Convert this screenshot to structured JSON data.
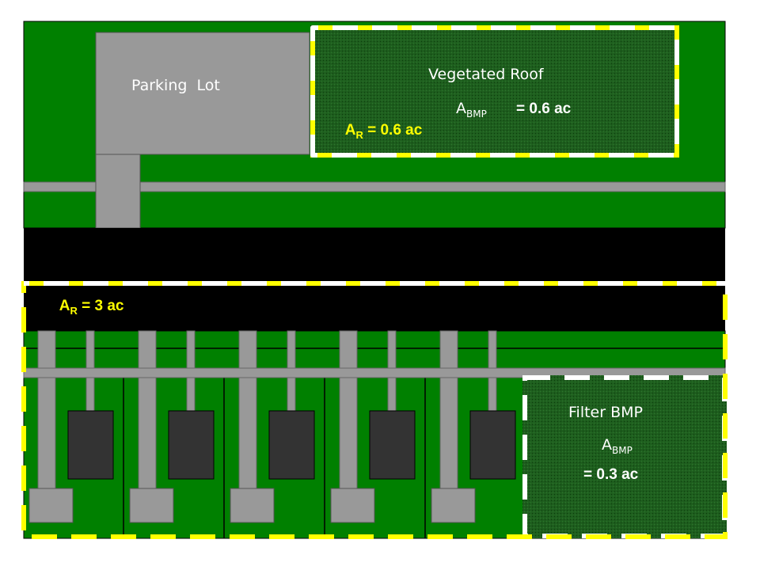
{
  "colors": {
    "grass": "#008000",
    "dark_grass": "#0b5d0b",
    "pavement": "#999999",
    "pavement_dark": "#808080",
    "road": "#000000",
    "roof": "#333333",
    "white": "#ffffff",
    "yellow": "#ffff00"
  },
  "labels": {
    "parking_lot": "Parking  Lot",
    "vegetated_roof": "Vegetated Roof",
    "filter_bmp": "Filter BMP",
    "roof_abmp_prefix": "A",
    "roof_abmp_sub": "BMP",
    "roof_abmp_value": "= 0.6 ac",
    "roof_ar_prefix": "A",
    "roof_ar_sub": "R",
    "roof_ar_value": " = 0.6 ac",
    "street_ar_prefix": "A",
    "street_ar_sub": "R",
    "street_ar_value": " = 3 ac",
    "filter_abmp_prefix": "A",
    "filter_abmp_sub": "BMP",
    "filter_abmp_value": "= 0.3 ac"
  }
}
